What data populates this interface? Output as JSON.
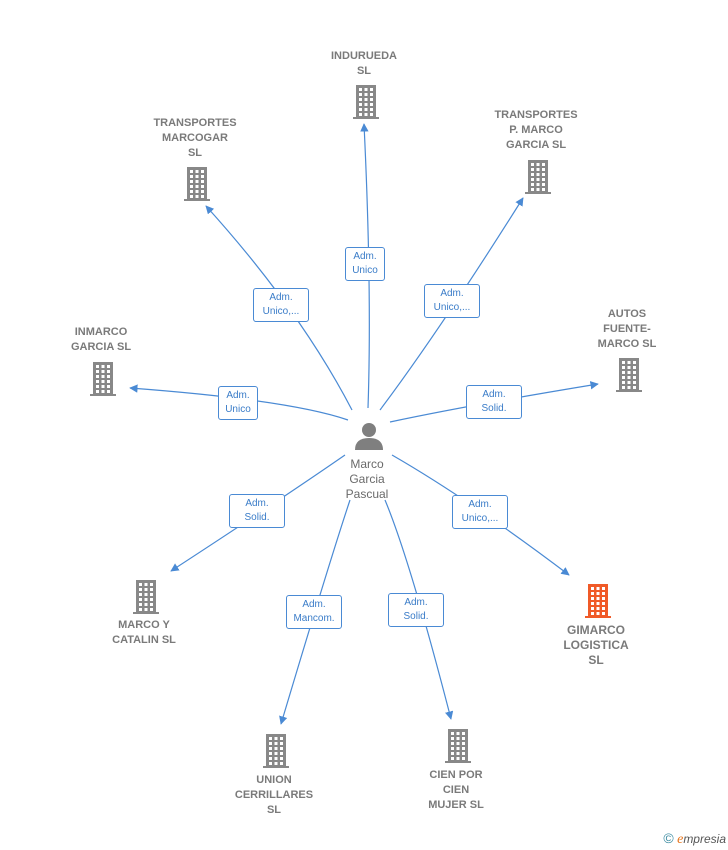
{
  "colors": {
    "edge": "#4a8ad4",
    "building": "#888888",
    "building_highlight": "#f05a28",
    "person": "#7f7f7f"
  },
  "center": {
    "name": "Marco\nGarcia\nPascual",
    "icon": "person-icon"
  },
  "nodes": [
    {
      "id": "indurueda",
      "name": "INDURUEDA\nSL",
      "icon": "building-icon"
    },
    {
      "id": "transportes-marcogar",
      "name": "TRANSPORTES\nMARCOGAR\nSL",
      "icon": "building-icon"
    },
    {
      "id": "transportes-p-marco",
      "name": "TRANSPORTES\nP.  MARCO\nGARCIA SL",
      "icon": "building-icon"
    },
    {
      "id": "inmarco",
      "name": "INMARCO\nGARCIA SL",
      "icon": "building-icon"
    },
    {
      "id": "autos-fuente-marco",
      "name": "AUTOS\nFUENTE-\nMARCO SL",
      "icon": "building-icon"
    },
    {
      "id": "marco-y-catalin",
      "name": "MARCO Y\nCATALIN SL",
      "icon": "building-icon"
    },
    {
      "id": "gimarco",
      "name": "GIMARCO\nLOGISTICA\nSL",
      "icon": "building-icon",
      "highlight": true
    },
    {
      "id": "union-cerrillares",
      "name": "UNION\nCERRILLARES\nSL",
      "icon": "building-icon"
    },
    {
      "id": "cien-por-cien",
      "name": "CIEN POR\nCIEN\nMUJER  SL",
      "icon": "building-icon"
    }
  ],
  "edges": [
    {
      "target": "indurueda",
      "label": "Adm.\nUnico"
    },
    {
      "target": "transportes-marcogar",
      "label": "Adm.\nUnico,..."
    },
    {
      "target": "transportes-p-marco",
      "label": "Adm.\nUnico,..."
    },
    {
      "target": "inmarco",
      "label": "Adm.\nUnico"
    },
    {
      "target": "autos-fuente-marco",
      "label": "Adm.\nSolid."
    },
    {
      "target": "marco-y-catalin",
      "label": "Adm.\nSolid."
    },
    {
      "target": "gimarco",
      "label": "Adm.\nUnico,..."
    },
    {
      "target": "union-cerrillares",
      "label": "Adm.\nMancom."
    },
    {
      "target": "cien-por-cien",
      "label": "Adm.\nSolid."
    }
  ],
  "footer": {
    "copyright": "©",
    "brand_initial": "e",
    "brand_rest": "mpresia"
  }
}
